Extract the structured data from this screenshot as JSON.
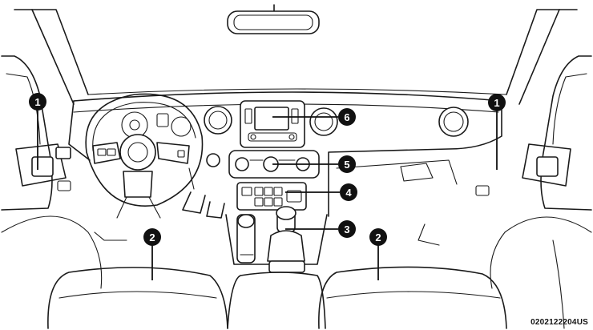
{
  "figure": {
    "id_label": "0202122204US"
  },
  "callouts": [
    {
      "number": "1",
      "side": "left-door"
    },
    {
      "number": "1",
      "side": "right-door"
    },
    {
      "number": "2",
      "side": "driver-seat"
    },
    {
      "number": "2",
      "side": "passenger-seat"
    },
    {
      "number": "3",
      "side": "shifter"
    },
    {
      "number": "4",
      "side": "switch-bank"
    },
    {
      "number": "5",
      "side": "climate-controls"
    },
    {
      "number": "6",
      "side": "touchscreen"
    }
  ],
  "colors": {
    "line": "#1a1a1a",
    "callout": "#111111",
    "background": "#ffffff"
  }
}
